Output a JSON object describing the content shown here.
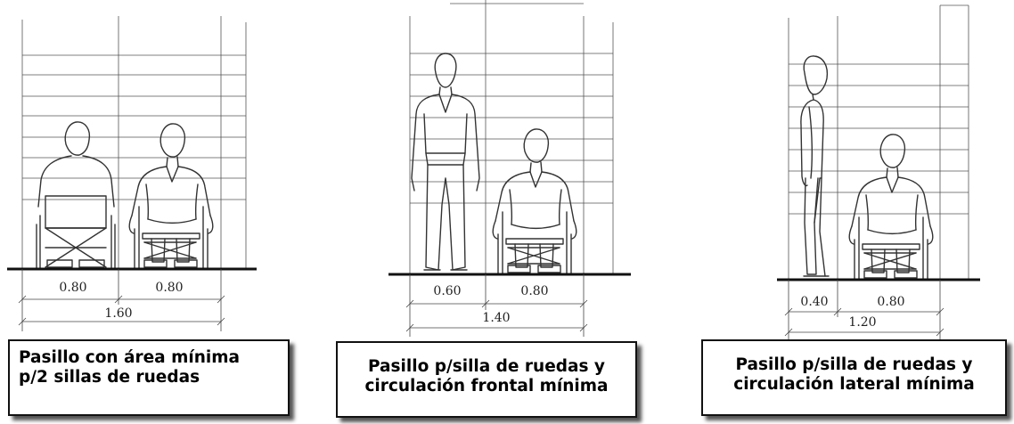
{
  "panels": [
    {
      "widths": [
        "0.80",
        "0.80"
      ],
      "total": "1.60",
      "caption": [
        "Pasillo con área mínima",
        "p/2 sillas de ruedas"
      ]
    },
    {
      "widths": [
        "0.60",
        "0.80"
      ],
      "total": "1.40",
      "caption": [
        "Pasillo p/silla de ruedas y",
        "circulación frontal mínima"
      ]
    },
    {
      "widths": [
        "0.40",
        "0.80"
      ],
      "total": "1.20",
      "caption": [
        "Pasillo p/silla de ruedas y",
        "circulación lateral mínima"
      ]
    }
  ]
}
